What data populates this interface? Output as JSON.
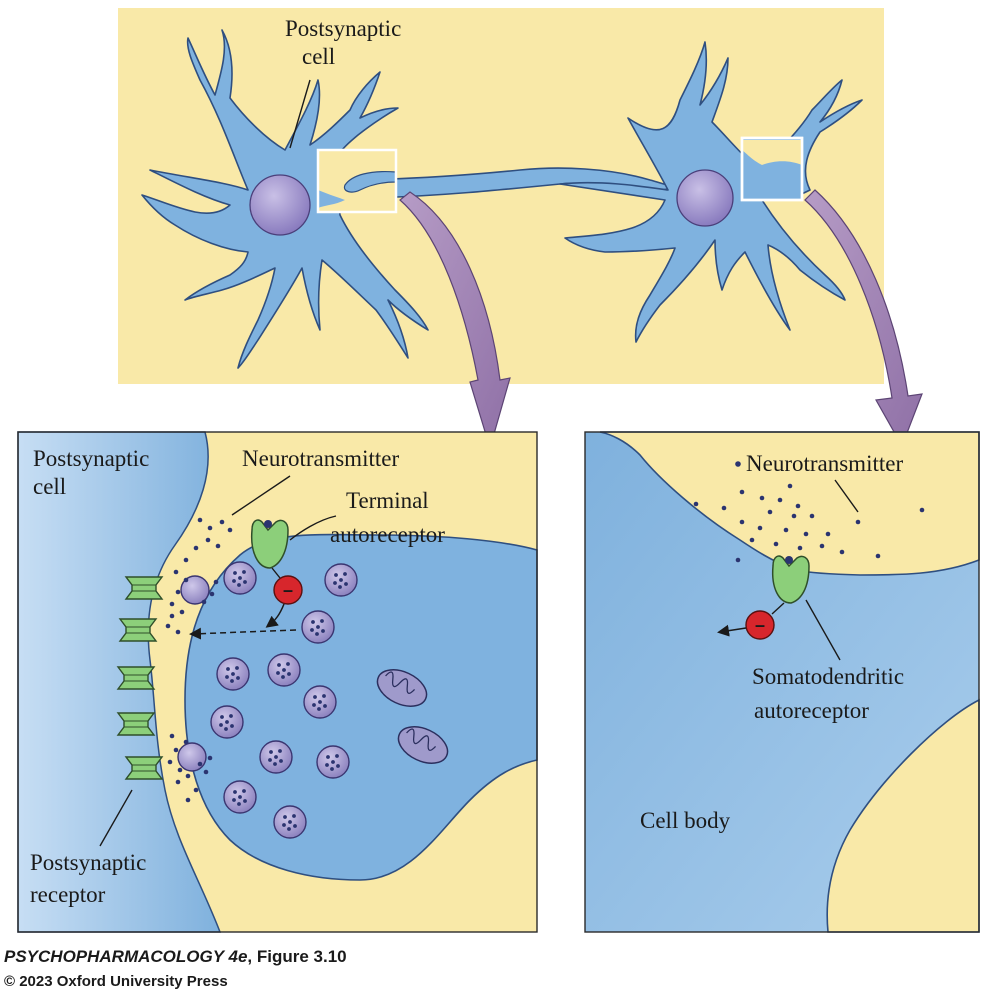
{
  "labels": {
    "top_postsynaptic_line1": "Postsynaptic",
    "top_postsynaptic_line2": "cell",
    "left_postsynaptic_line1": "Postsynaptic",
    "left_postsynaptic_line2": "cell",
    "left_neurotransmitter": "Neurotransmitter",
    "terminal_line1": "Terminal",
    "terminal_line2": "autoreceptor",
    "postsyn_receptor_line1": "Postsynaptic",
    "postsyn_receptor_line2": "receptor",
    "right_neurotransmitter": "Neurotransmitter",
    "somato_line1": "Somatodendritic",
    "somato_line2": "autoreceptor",
    "cell_body": "Cell body"
  },
  "caption": {
    "book_title": "PSYCHOPHARMACOLOGY 4e",
    "figure": ", Figure 3.10",
    "copyright": "© 2023 Oxford University Press"
  },
  "inhibition_symbol": "–",
  "colors": {
    "background_panel": "#f9e9a8",
    "neuron_blue": "#7fb2df",
    "neuron_outline": "#2f4f80",
    "nucleus": "#9c8fc9",
    "receptor_green": "#8ccf7a",
    "inhibit_red": "#d7262c",
    "arrow_purple": "#a98bb8"
  }
}
